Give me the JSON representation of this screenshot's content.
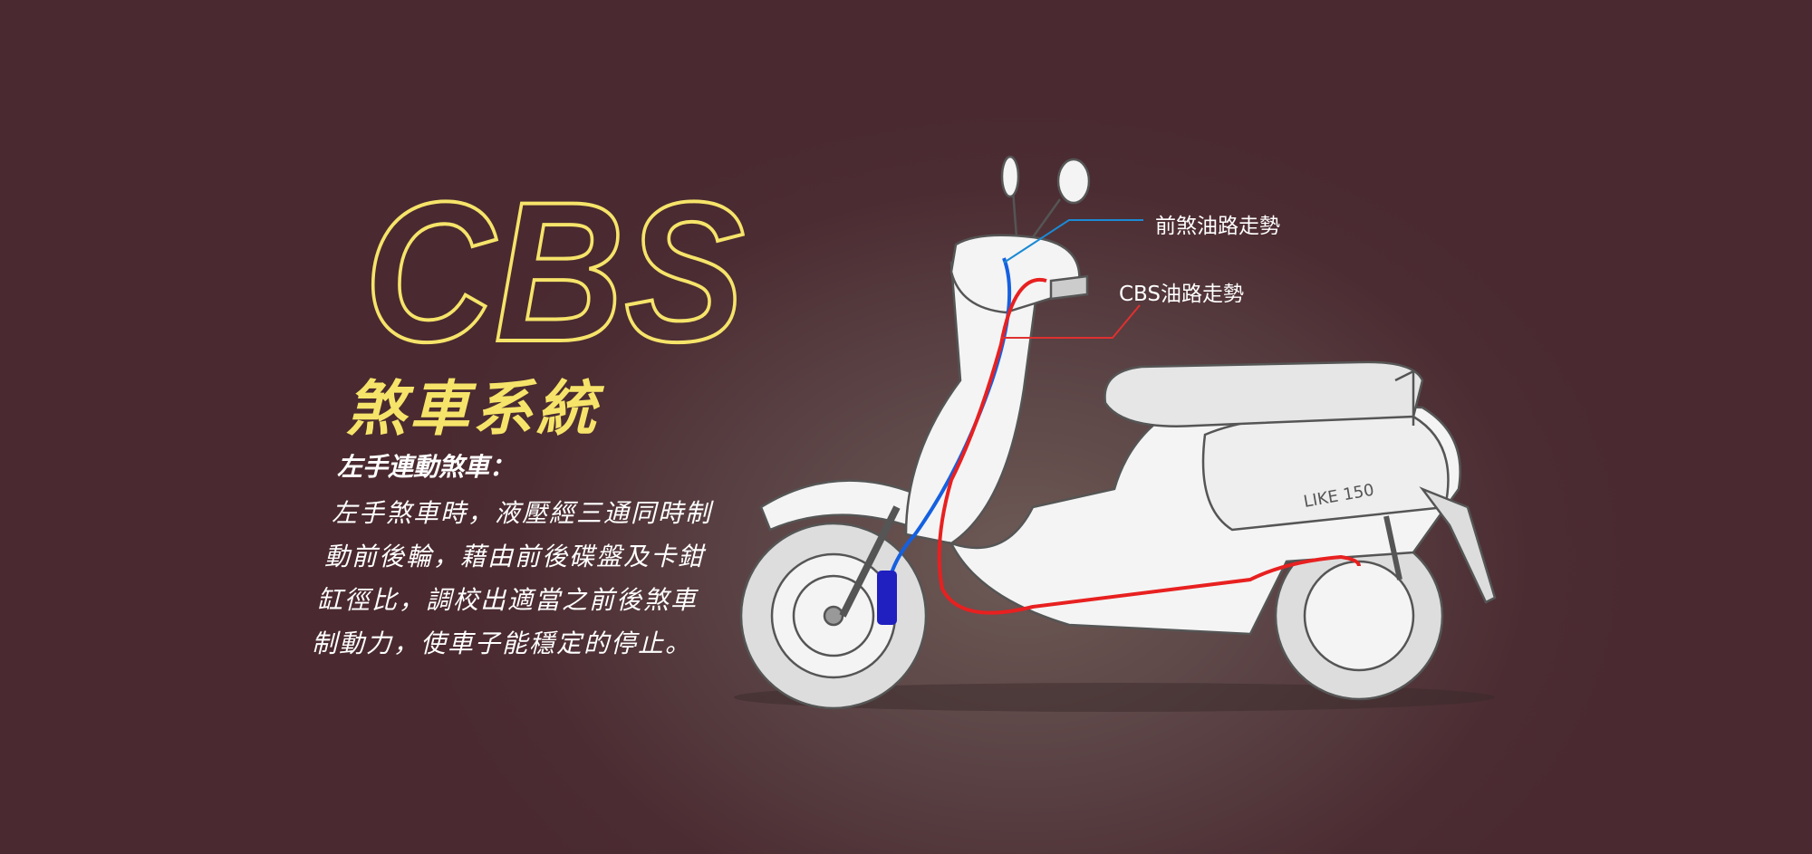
{
  "hero": {
    "title": "CBS",
    "subtitle": "煞車系統",
    "title_color": "#f6e46a"
  },
  "description": {
    "heading": "左手連動煞車：",
    "lines": [
      "左手煞車時，液壓經三通同時制",
      "動前後輪，藉由前後碟盤及卡鉗",
      "缸徑比，調校出適當之前後煞車",
      "制動力，使車子能穩定的停止。"
    ]
  },
  "diagram": {
    "front_brake_label": "前煞油路走勢",
    "cbs_label": "CBS油路走勢",
    "front_brake_color": "#1560e0",
    "cbs_color": "#e82020",
    "badge_text": "LIKE 150"
  }
}
